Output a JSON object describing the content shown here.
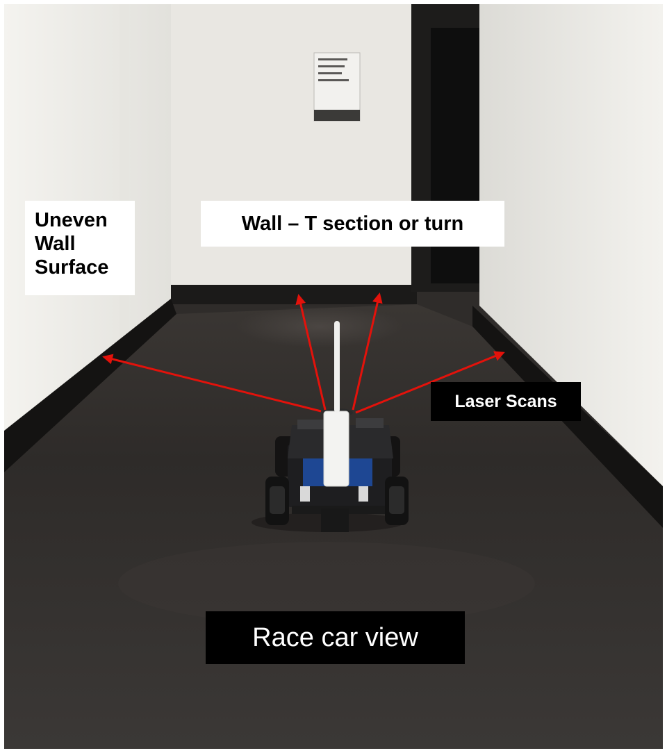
{
  "labels": {
    "uneven_wall": [
      "Uneven",
      "Wall",
      "Surface"
    ],
    "wall_section": "Wall – T section or turn",
    "laser_scans": "Laser Scans",
    "view_caption": "Race car view"
  },
  "colors": {
    "arrow": "#e3120b",
    "floor": "#2b2826",
    "wall": "#ecebe6",
    "baseboard": "#141312"
  }
}
